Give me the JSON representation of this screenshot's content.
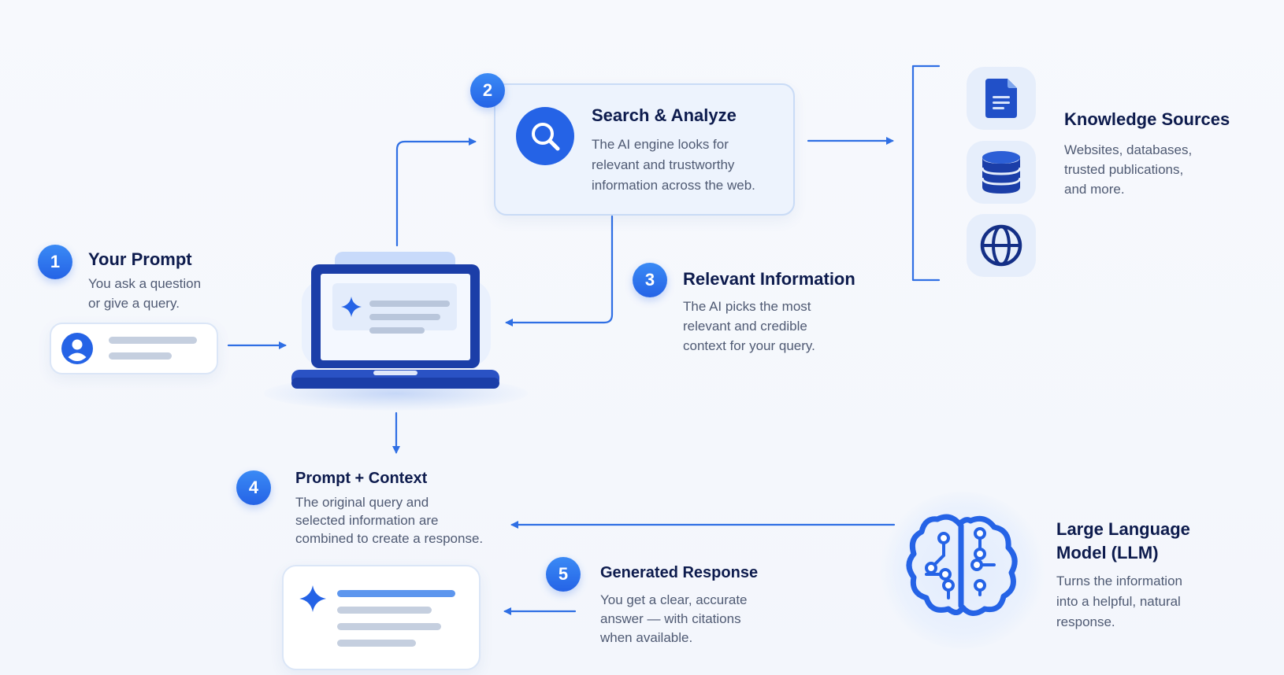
{
  "colors": {
    "accent": "#2563e6",
    "accent_light": "#e6eefb",
    "navy": "#0d2a8a",
    "title_text": "#0d1b4d",
    "body_text": "#4f5a73",
    "placeholder_bar": "#c5cfdf"
  },
  "steps": [
    {
      "number": "1",
      "title": "Your Prompt",
      "description": [
        "You ask a question",
        "or give a query."
      ]
    },
    {
      "number": "2",
      "title": "Search & Analyze",
      "description": [
        "The AI engine looks for",
        "relevant and trustworthy",
        "information across the web."
      ]
    },
    {
      "number": "3",
      "title": "Relevant Information",
      "description": [
        "The AI picks the most",
        "relevant and credible",
        "context for your query."
      ]
    },
    {
      "number": "4",
      "title": "Prompt + Context",
      "description": [
        "The original query and",
        "selected information are",
        "combined to create a response."
      ]
    },
    {
      "number": "5",
      "title": "Generated Response",
      "description": [
        "You get a clear, accurate",
        "answer — with citations",
        "when available."
      ]
    }
  ],
  "knowledge_sources": {
    "title": "Knowledge Sources",
    "description": [
      "Websites, databases,",
      "trusted publications,",
      "and more."
    ],
    "icons": [
      "document-icon",
      "database-icon",
      "globe-icon"
    ]
  },
  "llm": {
    "title_lines": [
      "Large Language",
      "Model (LLM)"
    ],
    "description": [
      "Turns the information",
      "into a helpful, natural",
      "response."
    ],
    "icon": "brain-circuit-icon"
  },
  "icons": {
    "prompt_card": "user-avatar-icon",
    "laptop": "laptop-icon",
    "search": "search-icon",
    "sparkle": "sparkle-icon"
  }
}
